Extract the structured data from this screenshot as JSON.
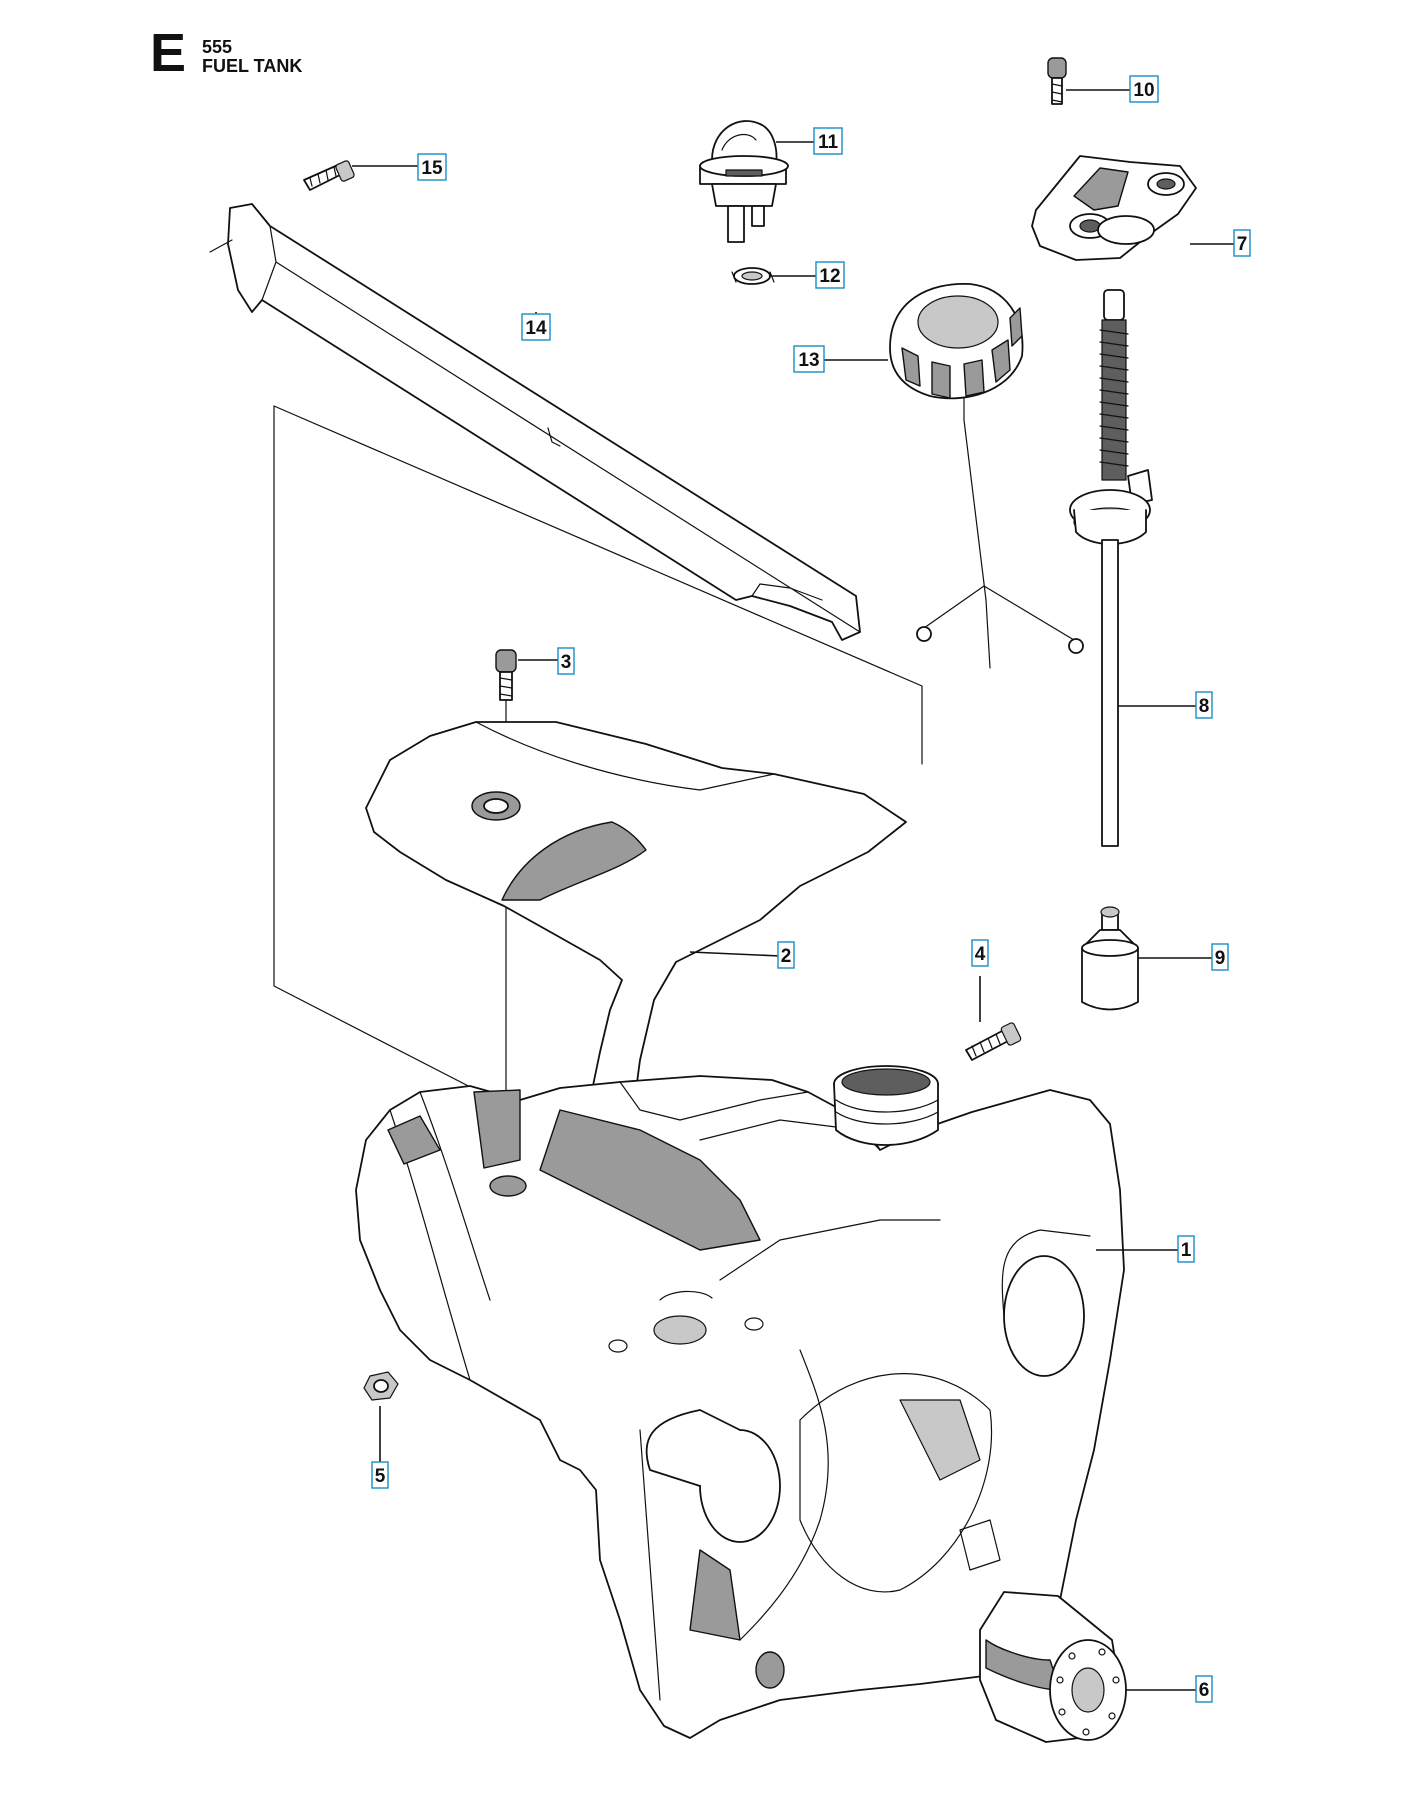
{
  "header": {
    "section_letter": "E",
    "model": "555",
    "title": "FUEL TANK"
  },
  "parts": [
    {
      "id": "1",
      "label": "1"
    },
    {
      "id": "2",
      "label": "2"
    },
    {
      "id": "3",
      "label": "3"
    },
    {
      "id": "4",
      "label": "4"
    },
    {
      "id": "5",
      "label": "5"
    },
    {
      "id": "6",
      "label": "6"
    },
    {
      "id": "7",
      "label": "7"
    },
    {
      "id": "8",
      "label": "8"
    },
    {
      "id": "9",
      "label": "9"
    },
    {
      "id": "10",
      "label": "10"
    },
    {
      "id": "11",
      "label": "11"
    },
    {
      "id": "12",
      "label": "12"
    },
    {
      "id": "13",
      "label": "13"
    },
    {
      "id": "14",
      "label": "14"
    },
    {
      "id": "15",
      "label": "15"
    }
  ],
  "colors": {
    "label_border": "#1a8cc8",
    "line": "#111111",
    "shade": "#9a9a9a"
  }
}
